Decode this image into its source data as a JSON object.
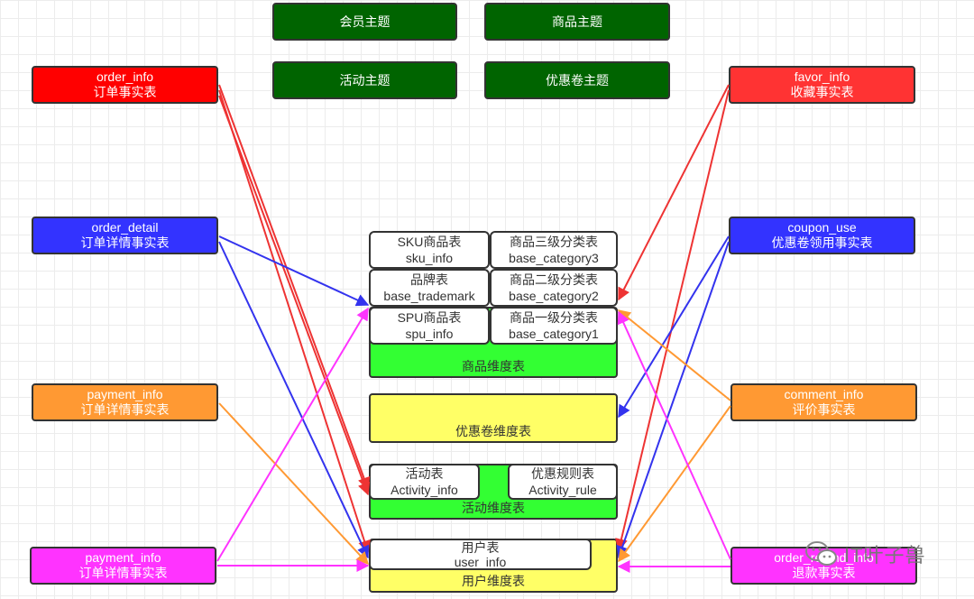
{
  "themes": [
    "会员主题",
    "商品主题",
    "活动主题",
    "优惠卷主题"
  ],
  "facts_left": [
    {
      "title": "order_info",
      "subtitle": "订单事实表",
      "color": "#ff0000"
    },
    {
      "title": "order_detail",
      "subtitle": "订单详情事实表",
      "color": "#3333ff"
    },
    {
      "title": "payment_info",
      "subtitle": "订单详情事实表",
      "color": "#ff9933"
    },
    {
      "title": "payment_info",
      "subtitle": "订单详情事实表",
      "color": "#ff33ff"
    }
  ],
  "facts_right": [
    {
      "title": "favor_info",
      "subtitle": "收藏事实表",
      "color": "#ff3333"
    },
    {
      "title": "coupon_use",
      "subtitle": "优惠卷领用事实表",
      "color": "#3333ff"
    },
    {
      "title": "comment_info",
      "subtitle": "评价事实表",
      "color": "#ff9933"
    },
    {
      "title": "order_refund_info",
      "subtitle": "退款事实表",
      "color": "#ff33ff"
    }
  ],
  "groups": {
    "product": {
      "label": "商品维度表",
      "color": "#33ff33"
    },
    "coupon": {
      "label": "优惠卷维度表",
      "color": "#ffff66"
    },
    "activity": {
      "label": "活动维度表",
      "color": "#33ff33"
    },
    "user": {
      "label": "用户维度表",
      "color": "#ffff66"
    }
  },
  "tables": {
    "sku": {
      "cn": "SKU商品表",
      "en": "sku_info"
    },
    "cat3": {
      "cn": "商品三级分类表",
      "en": "base_category3"
    },
    "trademark": {
      "cn": "品牌表",
      "en": "base_trademark"
    },
    "cat2": {
      "cn": "商品二级分类表",
      "en": "base_category2"
    },
    "spu": {
      "cn": "SPU商品表",
      "en": "spu_info"
    },
    "cat1": {
      "cn": "商品一级分类表",
      "en": "base_category1"
    },
    "activity_info": {
      "cn": "活动表",
      "en": "Activity_info"
    },
    "activity_rule": {
      "cn": "优惠规则表",
      "en": "Activity_rule"
    },
    "user_info": {
      "cn": "用户表",
      "en": "user_info"
    }
  },
  "watermark": {
    "text": "IT叶子兽",
    "icon": "wechat-icon"
  },
  "arrow_colors": {
    "red": "#ee3333",
    "blue": "#3333ee",
    "orange": "#ff9933",
    "magenta": "#ff33ff"
  }
}
